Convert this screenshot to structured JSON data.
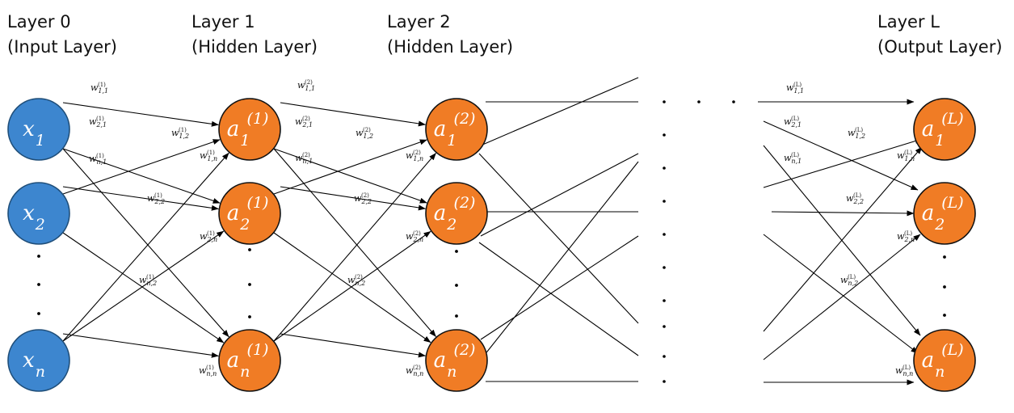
{
  "headers": [
    {
      "title": "Layer 0",
      "subtitle": "(Input Layer)"
    },
    {
      "title": "Layer 1",
      "subtitle": "(Hidden Layer)"
    },
    {
      "title": "Layer 2",
      "subtitle": "(Hidden Layer)"
    },
    {
      "title": "Layer L",
      "subtitle": "(Output Layer)"
    }
  ],
  "colors": {
    "input_fill": "#3d86cf",
    "input_stroke": "#1f4e79",
    "hidden_fill": "#f07c25",
    "hidden_stroke": "#111111",
    "line": "#000000"
  },
  "nodes": {
    "input": [
      {
        "base": "x",
        "sub": "1",
        "sup": ""
      },
      {
        "base": "x",
        "sub": "2",
        "sup": ""
      },
      {
        "base": "x",
        "sub": "n",
        "sup": ""
      }
    ],
    "layer1": [
      {
        "base": "a",
        "sub": "1",
        "sup": "(1)"
      },
      {
        "base": "a",
        "sub": "2",
        "sup": "(1)"
      },
      {
        "base": "a",
        "sub": "n",
        "sup": "(1)"
      }
    ],
    "layer2": [
      {
        "base": "a",
        "sub": "1",
        "sup": "(2)"
      },
      {
        "base": "a",
        "sub": "2",
        "sup": "(2)"
      },
      {
        "base": "a",
        "sub": "n",
        "sup": "(2)"
      }
    ],
    "output": [
      {
        "base": "a",
        "sub": "1",
        "sup": "(L)"
      },
      {
        "base": "a",
        "sub": "2",
        "sup": "(L)"
      },
      {
        "base": "a",
        "sub": "n",
        "sup": "(L)"
      }
    ]
  },
  "weights": {
    "w11_1": {
      "sub": "1,1",
      "sup": "(1)"
    },
    "w21_1": {
      "sub": "2,1",
      "sup": "(1)"
    },
    "wn1_1": {
      "sub": "n,1",
      "sup": "(1)"
    },
    "w12_1": {
      "sub": "1,2",
      "sup": "(1)"
    },
    "w1n_1": {
      "sub": "1,n",
      "sup": "(1)"
    },
    "w22_1": {
      "sub": "2,2",
      "sup": "(1)"
    },
    "w2n_1": {
      "sub": "2,n",
      "sup": "(1)"
    },
    "wn2_1": {
      "sub": "n,2",
      "sup": "(1)"
    },
    "wnn_1": {
      "sub": "n,n",
      "sup": "(1)"
    },
    "w11_2": {
      "sub": "1,1",
      "sup": "(2)"
    },
    "w21_2": {
      "sub": "2,1",
      "sup": "(2)"
    },
    "wn1_2": {
      "sub": "n,1",
      "sup": "(2)"
    },
    "w12_2": {
      "sub": "1,2",
      "sup": "(2)"
    },
    "w1n_2": {
      "sub": "1,n",
      "sup": "(2)"
    },
    "w22_2": {
      "sub": "2,2",
      "sup": "(2)"
    },
    "w2n_2": {
      "sub": "2,n",
      "sup": "(2)"
    },
    "wn2_2": {
      "sub": "n,2",
      "sup": "(2)"
    },
    "wnn_2": {
      "sub": "n,n",
      "sup": "(2)"
    },
    "w11_L": {
      "sub": "1,1",
      "sup": "(L)"
    },
    "w21_L": {
      "sub": "2,1",
      "sup": "(L)"
    },
    "wn1_L": {
      "sub": "n,1",
      "sup": "(L)"
    },
    "w12_L": {
      "sub": "1,2",
      "sup": "(L)"
    },
    "w1n_L": {
      "sub": "1,n",
      "sup": "(L)"
    },
    "w22_L": {
      "sub": "2,2",
      "sup": "(L)"
    },
    "w2n_L": {
      "sub": "2,n",
      "sup": "(L)"
    },
    "wn2_L": {
      "sub": "n,2",
      "sup": "(L)"
    },
    "wnn_L": {
      "sub": "n,n",
      "sup": "(L)"
    }
  },
  "weight_symbol": "w",
  "ellipsis_dot": "."
}
